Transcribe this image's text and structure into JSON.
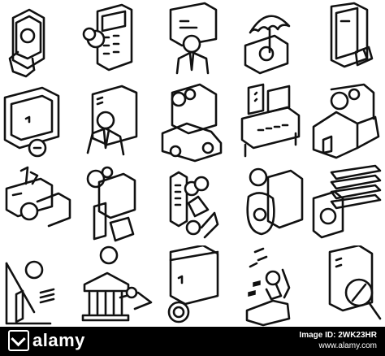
{
  "footer": {
    "logo_text": "alamy",
    "image_id_line": "Image ID: 2WK23HR",
    "url_line": "www.alamy.com"
  },
  "icons": [
    "phone-payment-icon",
    "calculator-coin-icon",
    "presentation-manager-icon",
    "umbrella-money-icon",
    "contract-document-icon",
    "board-coin-icon",
    "certificate-employee-icon",
    "taxi-payment-icon",
    "bank-desk-icon",
    "house-payment-icon",
    "card-payment-icon",
    "report-chart-icon",
    "bottle-coins-icon",
    "bag-document-icon",
    "wood-planks-coin-icon",
    "growth-chart-icon",
    "bank-building-icon",
    "web-coin-icon",
    "hand-money-icon",
    "magnifier-document-icon"
  ]
}
